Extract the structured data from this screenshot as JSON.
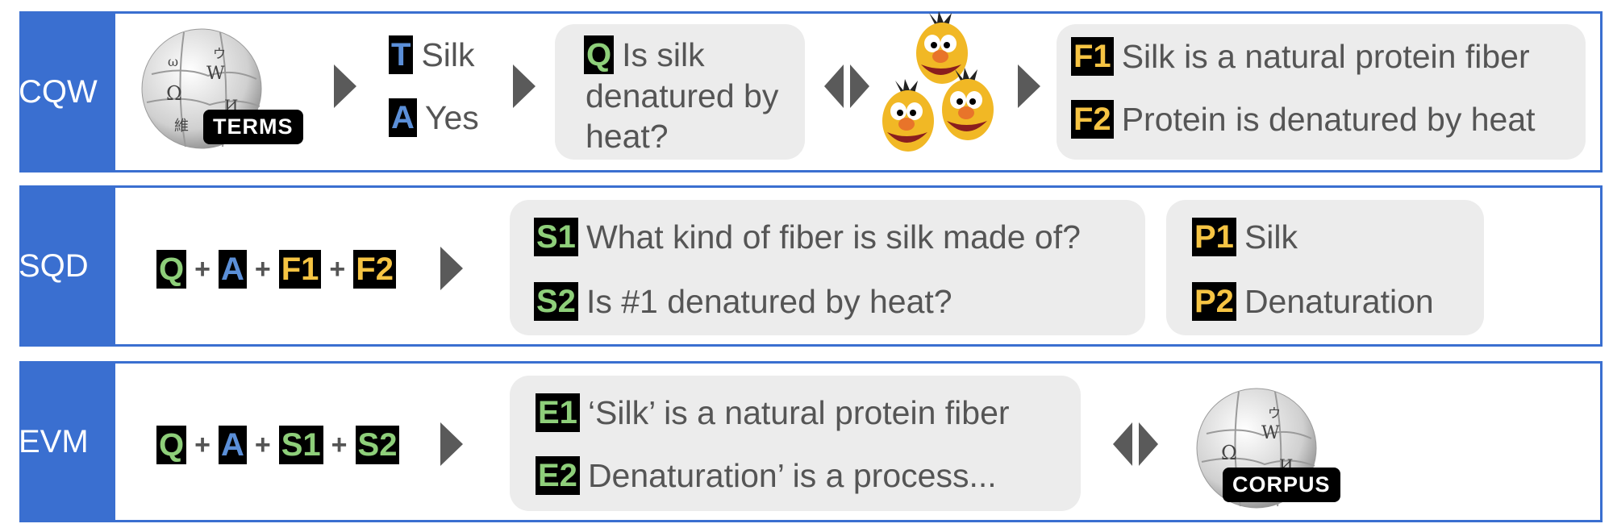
{
  "rows": {
    "cqw": {
      "label": "CQW",
      "globe_badge": "TERMS",
      "term": {
        "tag": "T",
        "text": "Silk"
      },
      "answer": {
        "tag": "A",
        "text": "Yes"
      },
      "question": {
        "tag": "Q",
        "line1": "Is silk",
        "line2": "denatured by",
        "line3": "heat?"
      },
      "facts": [
        {
          "tag": "F1",
          "text": "Silk is a natural protein fiber"
        },
        {
          "tag": "F2",
          "text": "Protein is denatured by heat"
        }
      ]
    },
    "sqd": {
      "label": "SQD",
      "inputs": [
        "Q",
        "A",
        "F1",
        "F2"
      ],
      "plus": "+",
      "steps": [
        {
          "tag": "S1",
          "text": "What kind of fiber is silk made of?"
        },
        {
          "tag": "S2",
          "text": "Is #1 denatured by heat?"
        }
      ],
      "paragraphs": [
        {
          "tag": "P1",
          "text": "Silk"
        },
        {
          "tag": "P2",
          "text": "Denaturation"
        }
      ]
    },
    "evm": {
      "label": "EVM",
      "inputs": [
        "Q",
        "A",
        "S1",
        "S2"
      ],
      "plus": "+",
      "evidence": [
        {
          "tag": "E1",
          "text": "‘Silk’ is a natural protein fiber"
        },
        {
          "tag": "E2",
          "text": "Denaturation’ is a process..."
        }
      ],
      "globe_badge": "CORPUS"
    }
  },
  "colors": {
    "accent": "#3a6fd0",
    "tag_green": "#8ecf7a",
    "tag_yellow": "#f6c443",
    "tag_blue": "#5b8fd8",
    "bubble": "#ececec",
    "text": "#555555"
  },
  "icons": [
    "wikipedia-globe-icon",
    "muppet-annotators-icon",
    "arrow-right-icon",
    "bidirectional-arrow-icon"
  ]
}
